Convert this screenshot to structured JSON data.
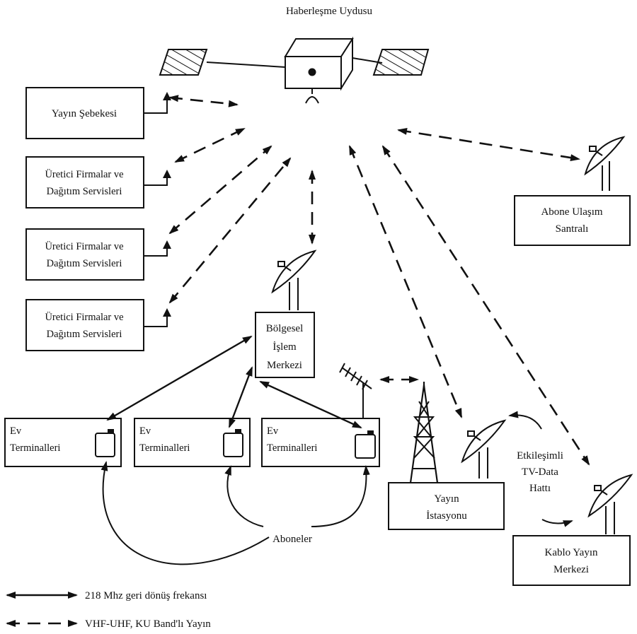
{
  "title": "Haberleşme Uydusu",
  "nodes": {
    "yayin_sebekesi": "Yayın Şebekesi",
    "uretici_1": [
      "Üretici  Firmalar ve",
      "Dağıtım Servisleri"
    ],
    "uretici_2": [
      "Üretici  Firmalar ve",
      "Dağıtım Servisleri"
    ],
    "uretici_3": [
      "Üretici  Firmalar ve",
      "Dağıtım Servisleri"
    ],
    "abone_ulasim": [
      "Abone Ulaşım",
      "Santralı"
    ],
    "bolgesel": [
      "Bölgesel",
      "İşlem",
      "Merkezi"
    ],
    "ev_1": [
      "Ev",
      "Terminalleri"
    ],
    "ev_2": [
      "Ev",
      "Terminalleri"
    ],
    "ev_3": [
      "Ev",
      "Terminalleri"
    ],
    "yayin_istasyonu": [
      "Yayın",
      "İstasyonu"
    ],
    "kablo_yayin": [
      "Kablo Yayın",
      "Merkezi"
    ]
  },
  "etkilesimli": [
    "Etkileşimli",
    "TV-Data",
    "Hattı"
  ],
  "aboneler": "Aboneler",
  "legend": {
    "solid": "218 Mhz geri dönüş frekansı",
    "dashed": "VHF-UHF, KU Band'lı Yayın"
  }
}
